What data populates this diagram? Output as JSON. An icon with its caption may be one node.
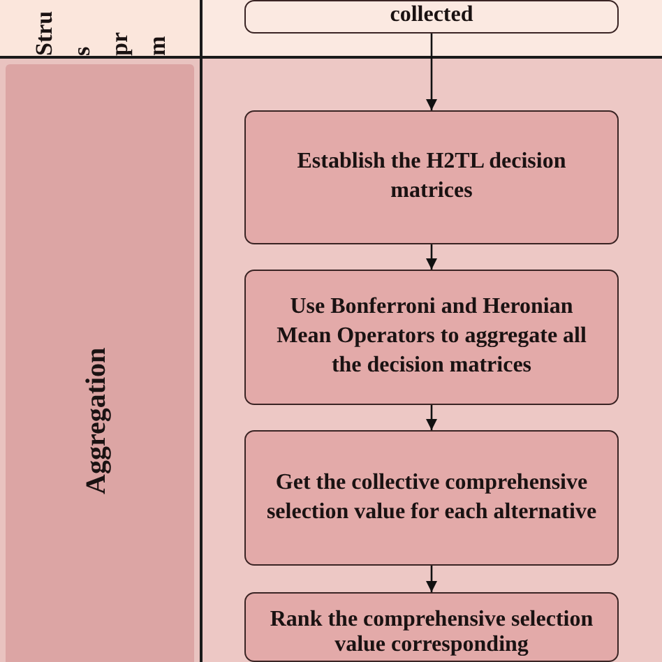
{
  "diagram": {
    "nodes": [
      {
        "text": [
          "Stru",
          "s",
          "pr",
          "m"
        ]
      },
      {
        "text": [],
        "shape": "box"
      },
      {
        "text": [
          "collected"
        ],
        "in": 1
      },
      {
        "text": [
          "Aggregation"
        ]
      },
      {
        "text": [],
        "shape": "box"
      },
      {
        "text": [
          "Establish the H2TL decision matrices"
        ],
        "in": 4
      },
      {
        "text": [
          "Use Bonferroni and Heronian Mean Operators to aggregate all the decision matrices"
        ],
        "in": 4
      },
      {
        "text": [
          "Get the collective comprehensive selection value for each alternative"
        ],
        "in": 4
      },
      {
        "text": [
          "Rank the comprehensive selection value corresponding"
        ],
        "in": 4
      }
    ],
    "edges": [
      {
        "from": 2,
        "to": 5,
        "arrow": "to"
      },
      {
        "from": 5,
        "to": 6,
        "arrow": "to"
      },
      {
        "from": 6,
        "to": 7,
        "arrow": "to"
      },
      {
        "from": 7,
        "to": 8,
        "arrow": "to"
      }
    ]
  }
}
